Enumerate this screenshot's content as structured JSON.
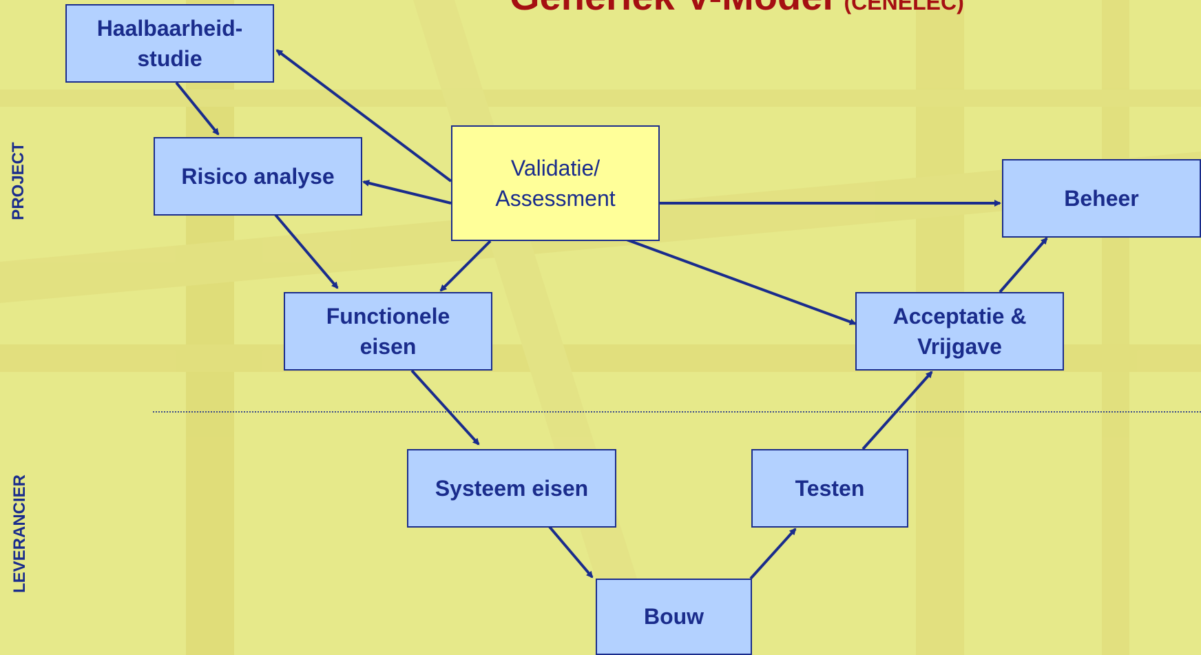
{
  "title": {
    "main": "Generiek V-Model",
    "sub": "(CENELEC)"
  },
  "sides": {
    "top": "PROJECT",
    "bottom": "LEVERANCIER"
  },
  "boxes": {
    "feasibility": [
      "Haalbaarheid-",
      "studie"
    ],
    "risk": [
      "Risico analyse"
    ],
    "validation": [
      "Validatie/",
      "Assessment"
    ],
    "functional": [
      "Functionele",
      "eisen"
    ],
    "system": [
      "Systeem eisen"
    ],
    "build": [
      "Bouw"
    ],
    "test": [
      "Testen"
    ],
    "acceptance": [
      "Acceptatie &",
      "Vrijgave"
    ],
    "maintenance": [
      "Beheer"
    ]
  },
  "colors": {
    "title": "#a50f12",
    "box_fill": "#b3d1ff",
    "validation_fill": "#ffff99",
    "stroke": "#1a2c8c",
    "background": "#e6e98a"
  }
}
